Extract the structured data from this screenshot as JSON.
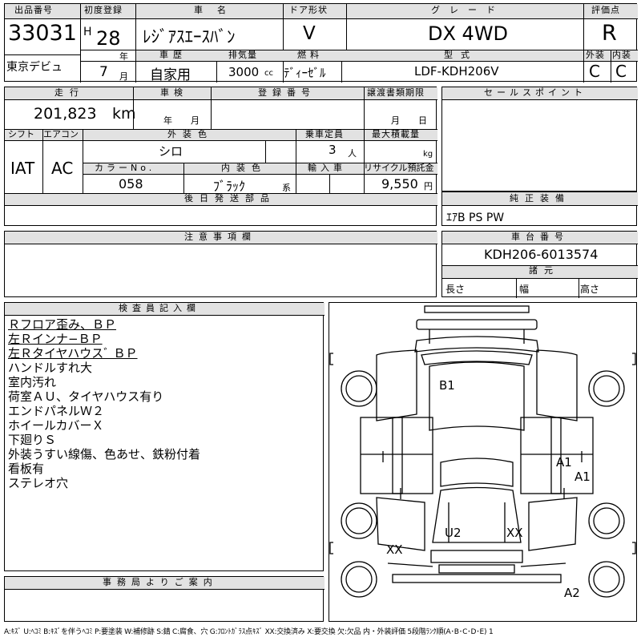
{
  "header": {
    "lot_label": "出品番号",
    "lot_no": "33031",
    "debut": "東京デビュ",
    "first_reg_label": "初度登録",
    "era": "H",
    "year_val": "28",
    "year_unit": "年",
    "month_val": "7",
    "month_unit": "月",
    "car_name_label": "車名",
    "car_name": "ﾚｼﾞｱｽｴｰｽﾊﾞﾝ",
    "door_label": "ドア形状",
    "door": "V",
    "grade_label": "グレード",
    "grade": "DX 4WD",
    "score_label": "評価点",
    "score": "R",
    "history_label": "車歴",
    "history": "自家用",
    "disp_label": "排気量",
    "disp": "3000",
    "disp_unit": "cc",
    "fuel_label": "燃料",
    "fuel": "ﾃﾞｨｰｾﾞﾙ",
    "model_label": "型式",
    "model": "LDF-KDH206V",
    "ext_label": "外装",
    "ext_score": "C",
    "int_label": "内装",
    "int_score": "C"
  },
  "spec": {
    "mileage_label": "走行",
    "mileage": "201,823",
    "mileage_unit": "km",
    "inspection_label": "車検",
    "insp_year_unit": "年",
    "insp_month_unit": "月",
    "reg_no_label": "登録番号",
    "transfer_label": "譲渡書類期限",
    "transfer_month_unit": "月",
    "transfer_day_unit": "日",
    "shift_label": "シフト",
    "shift": "IAT",
    "ac_label": "エアコン",
    "ac": "AC",
    "ext_color_label": "外装色",
    "ext_color": "シロ",
    "capacity_label": "乗車定員",
    "capacity": "3",
    "capacity_unit": "人",
    "max_load_label": "最大積載量",
    "max_load_unit": "kg",
    "color_no_label": "カラーNo.",
    "color_no": "058",
    "int_color_label": "内装色",
    "int_color": "ﾌﾞﾗｯｸ",
    "int_color_suffix": "系",
    "import_label": "輸入車",
    "recycle_label": "リサイクル預託金",
    "recycle": "9,550",
    "recycle_unit": "円",
    "later_parts_label": "後日発送部品"
  },
  "right": {
    "sales_label": "セールスポイント",
    "equip_label": "純正装備",
    "equip": "ｴｱB PS PW",
    "chassis_label": "車台番号",
    "chassis": "KDH206-6013574",
    "dims_label": "諸元",
    "length_label": "長さ",
    "width_label": "幅",
    "height_label": "高さ"
  },
  "caution_label": "注意事項欄",
  "inspector": {
    "title": "検査員記入欄",
    "notes": [
      "Ｒフロア歪み、ＢＰ",
      "左Ｒインナ−ＢＰ",
      "左Ｒタイヤハウスﾞ ＢＰ",
      "ハンドルすれ大",
      "室内汚れ",
      "荷室ＡＵ、タイヤハウス有り",
      "エンドパネルＷ２",
      "ホイールカバーＸ",
      "下廻りＳ",
      "外装うすい線傷、色あせ、鉄粉付着",
      "看板有",
      "ステレオ穴"
    ]
  },
  "office_label": "事務局よりご案内",
  "diagram": {
    "marks": [
      "B1",
      "A1",
      "A1",
      "U2",
      "XX",
      "XX",
      "A2"
    ]
  },
  "footer": "A:ｷｽﾞ U:ﾍｺﾐ B:ｷｽﾞを伴うﾍｺﾐ P:要塗装 W:補修跡 S:錆 C:腐食、穴 G:ﾌﾛﾝﾄｶﾞﾗｽ点ｷｽﾞ XX:交換済み X:要交換 欠:欠品 内・外装評価 5段階ﾗﾝｸ順(A･B･C･D･E) 1"
}
